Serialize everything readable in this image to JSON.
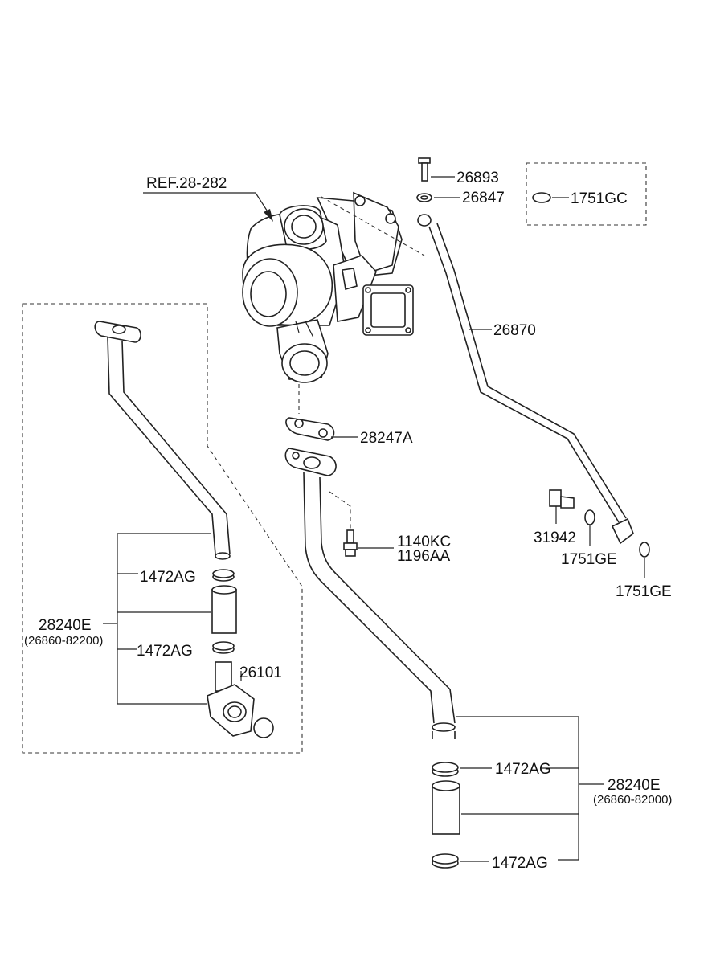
{
  "labels": {
    "ref": "REF.28-282",
    "p26893": "26893",
    "p26847": "26847",
    "p1751gc": "1751GC",
    "p26870": "26870",
    "p28247a": "28247A",
    "p1140kc": "1140KC",
    "p1196aa": "1196AA",
    "p31942": "31942",
    "p1751ge_a": "1751GE",
    "p1751ge_b": "1751GE",
    "left_clamp_top": "1472AG",
    "left_clamp_bottom": "1472AG",
    "left_assy": "28240E",
    "left_assy_sub": "(26860-82200)",
    "p26101": "26101",
    "right_clamp_top": "1472AG",
    "right_clamp_bottom": "1472AG",
    "right_assy": "28240E",
    "right_assy_sub": "(26860-82000)"
  },
  "colors": {
    "line": "#222222",
    "background": "#ffffff"
  }
}
